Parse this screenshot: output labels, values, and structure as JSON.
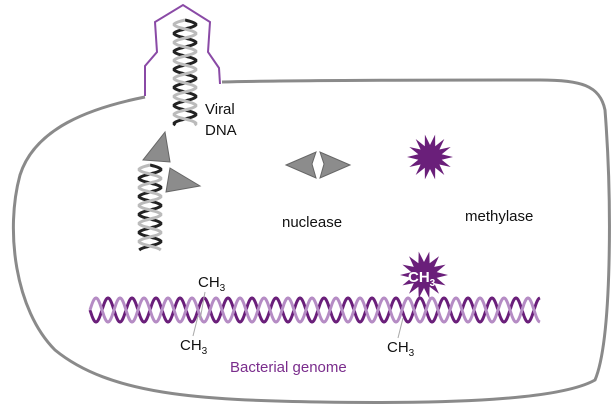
{
  "labels": {
    "viral_line1": "Viral",
    "viral_line2": "DNA",
    "nuclease": "nuclease",
    "methylase": "methylase",
    "genome": "Bacterial genome",
    "methyl_main": "CH",
    "methyl_sub": "3"
  },
  "colors": {
    "purple": "#6a1f7a",
    "genome_label": "#7a2d8c",
    "outline": "#8a8a8a",
    "enzyme_gray": "#8c8c8c",
    "phage": "#8a4aa6"
  }
}
